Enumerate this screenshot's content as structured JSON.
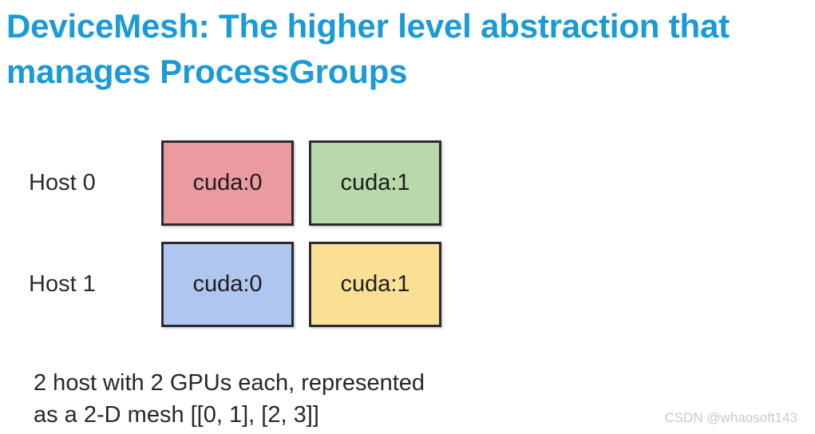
{
  "slide": {
    "title": "DeviceMesh: The higher level abstraction that manages ProcessGroups",
    "title_color": "#1a9ad6",
    "background_color": "#ffffff",
    "caption": "2 host with 2 GPUs each, represented\nas a 2-D mesh [[0, 1], [2, 3]]",
    "watermark": "CSDN @whaosoft143"
  },
  "mesh": {
    "rows": [
      {
        "host_label": "Host 0",
        "cells": [
          {
            "label": "cuda:0",
            "fill": "#eb9a9f",
            "border": "#2a2a33"
          },
          {
            "label": "cuda:1",
            "fill": "#b8d9a9",
            "border": "#2a2a33"
          }
        ]
      },
      {
        "host_label": "Host 1",
        "cells": [
          {
            "label": "cuda:0",
            "fill": "#aec6f0",
            "border": "#2a2a33"
          },
          {
            "label": "cuda:1",
            "fill": "#fadf95",
            "border": "#2a2a33"
          }
        ]
      }
    ]
  }
}
